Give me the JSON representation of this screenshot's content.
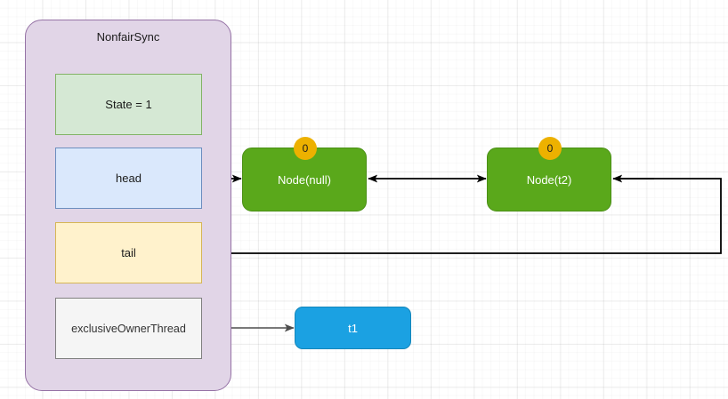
{
  "diagram": {
    "title_visible": false,
    "container": {
      "label": "NonfairSync",
      "fields": [
        {
          "name": "state",
          "label": "State = 1"
        },
        {
          "name": "head",
          "label": "head"
        },
        {
          "name": "tail",
          "label": "tail"
        },
        {
          "name": "exclusive_owner_thread",
          "label": "exclusiveOwnerThread"
        }
      ]
    },
    "nodes": [
      {
        "name": "node-null",
        "label": "Node(null)",
        "badge": "0"
      },
      {
        "name": "node-t2",
        "label": "Node(t2)",
        "badge": "0"
      }
    ],
    "threads": [
      {
        "name": "thread-t1",
        "label": "t1"
      }
    ],
    "edges": [
      {
        "name": "head-to-node-null",
        "from": "head",
        "to": "node-null",
        "arrows": "end"
      },
      {
        "name": "node-null-to-node-t2",
        "from": "node-null",
        "to": "node-t2",
        "arrows": "both"
      },
      {
        "name": "node-t2-to-tail",
        "from": "node-t2",
        "to": "tail",
        "arrows": "both"
      },
      {
        "name": "owner-to-thread-t1",
        "from": "exclusiveOwnerThread",
        "to": "t1",
        "arrows": "end"
      }
    ],
    "colors": {
      "container_fill": "#e1d5e7",
      "container_stroke": "#9673a6",
      "state_fill": "#d5e8d4",
      "state_stroke": "#82b366",
      "head_fill": "#dae8fc",
      "head_stroke": "#6c8ebf",
      "tail_fill": "#fff2cc",
      "tail_stroke": "#d6b656",
      "owner_fill": "#f5f5f5",
      "owner_stroke": "#808080",
      "node_fill": "#5aa81b",
      "badge_fill": "#edb100",
      "thread_fill": "#1ba1e2",
      "edge_stroke": "#000000",
      "owner_edge_stroke": "#4d4d4d"
    }
  }
}
